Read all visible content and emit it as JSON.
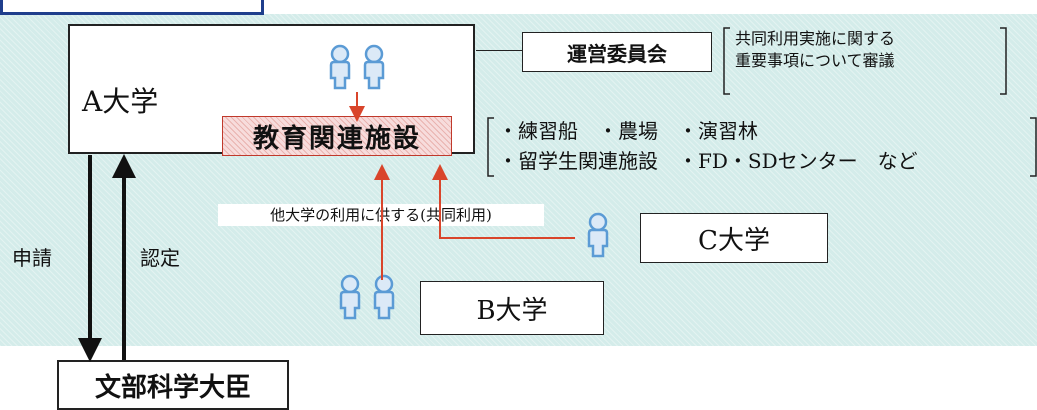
{
  "a_univ": "A大学",
  "edu_facility": "教育関連施設",
  "committee": "運営委員会",
  "committee_note": [
    "共同利用実施に関する",
    "重要事項について審議"
  ],
  "facilities": {
    "line1": "・練習船　・農場　・演習林",
    "line2": "・留学生関連施設　・FD・SDセンター　など"
  },
  "joint_use_label": "他大学の利用に供する(共同利用)",
  "b_univ": "B大学",
  "c_univ": "C大学",
  "apply_label": "申請",
  "certify_label": "認定",
  "minister": "文部科学大臣",
  "colors": {
    "background": "#d4ecea",
    "arrow_red": "#d9452b",
    "person": "#5b9bd5",
    "top_frame": "#1f3e8c"
  },
  "icons": [
    "person-pair-icon",
    "person-icon"
  ]
}
